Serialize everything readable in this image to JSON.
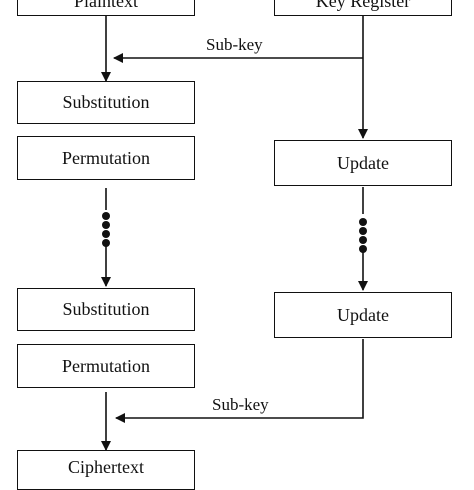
{
  "diagram": {
    "left_column": {
      "plaintext": "Plaintext",
      "substitution_1": "Substitution",
      "permutation_1": "Permutation",
      "substitution_2": "Substitution",
      "permutation_2": "Permutation",
      "ciphertext": "Ciphertext"
    },
    "right_column": {
      "key_register": "Key Register",
      "update_1": "Update",
      "update_2": "Update"
    },
    "subkey_label_top": "Sub-key",
    "subkey_label_bottom": "Sub-key",
    "colors": {
      "stroke": "#111111",
      "background": "#ffffff"
    }
  }
}
